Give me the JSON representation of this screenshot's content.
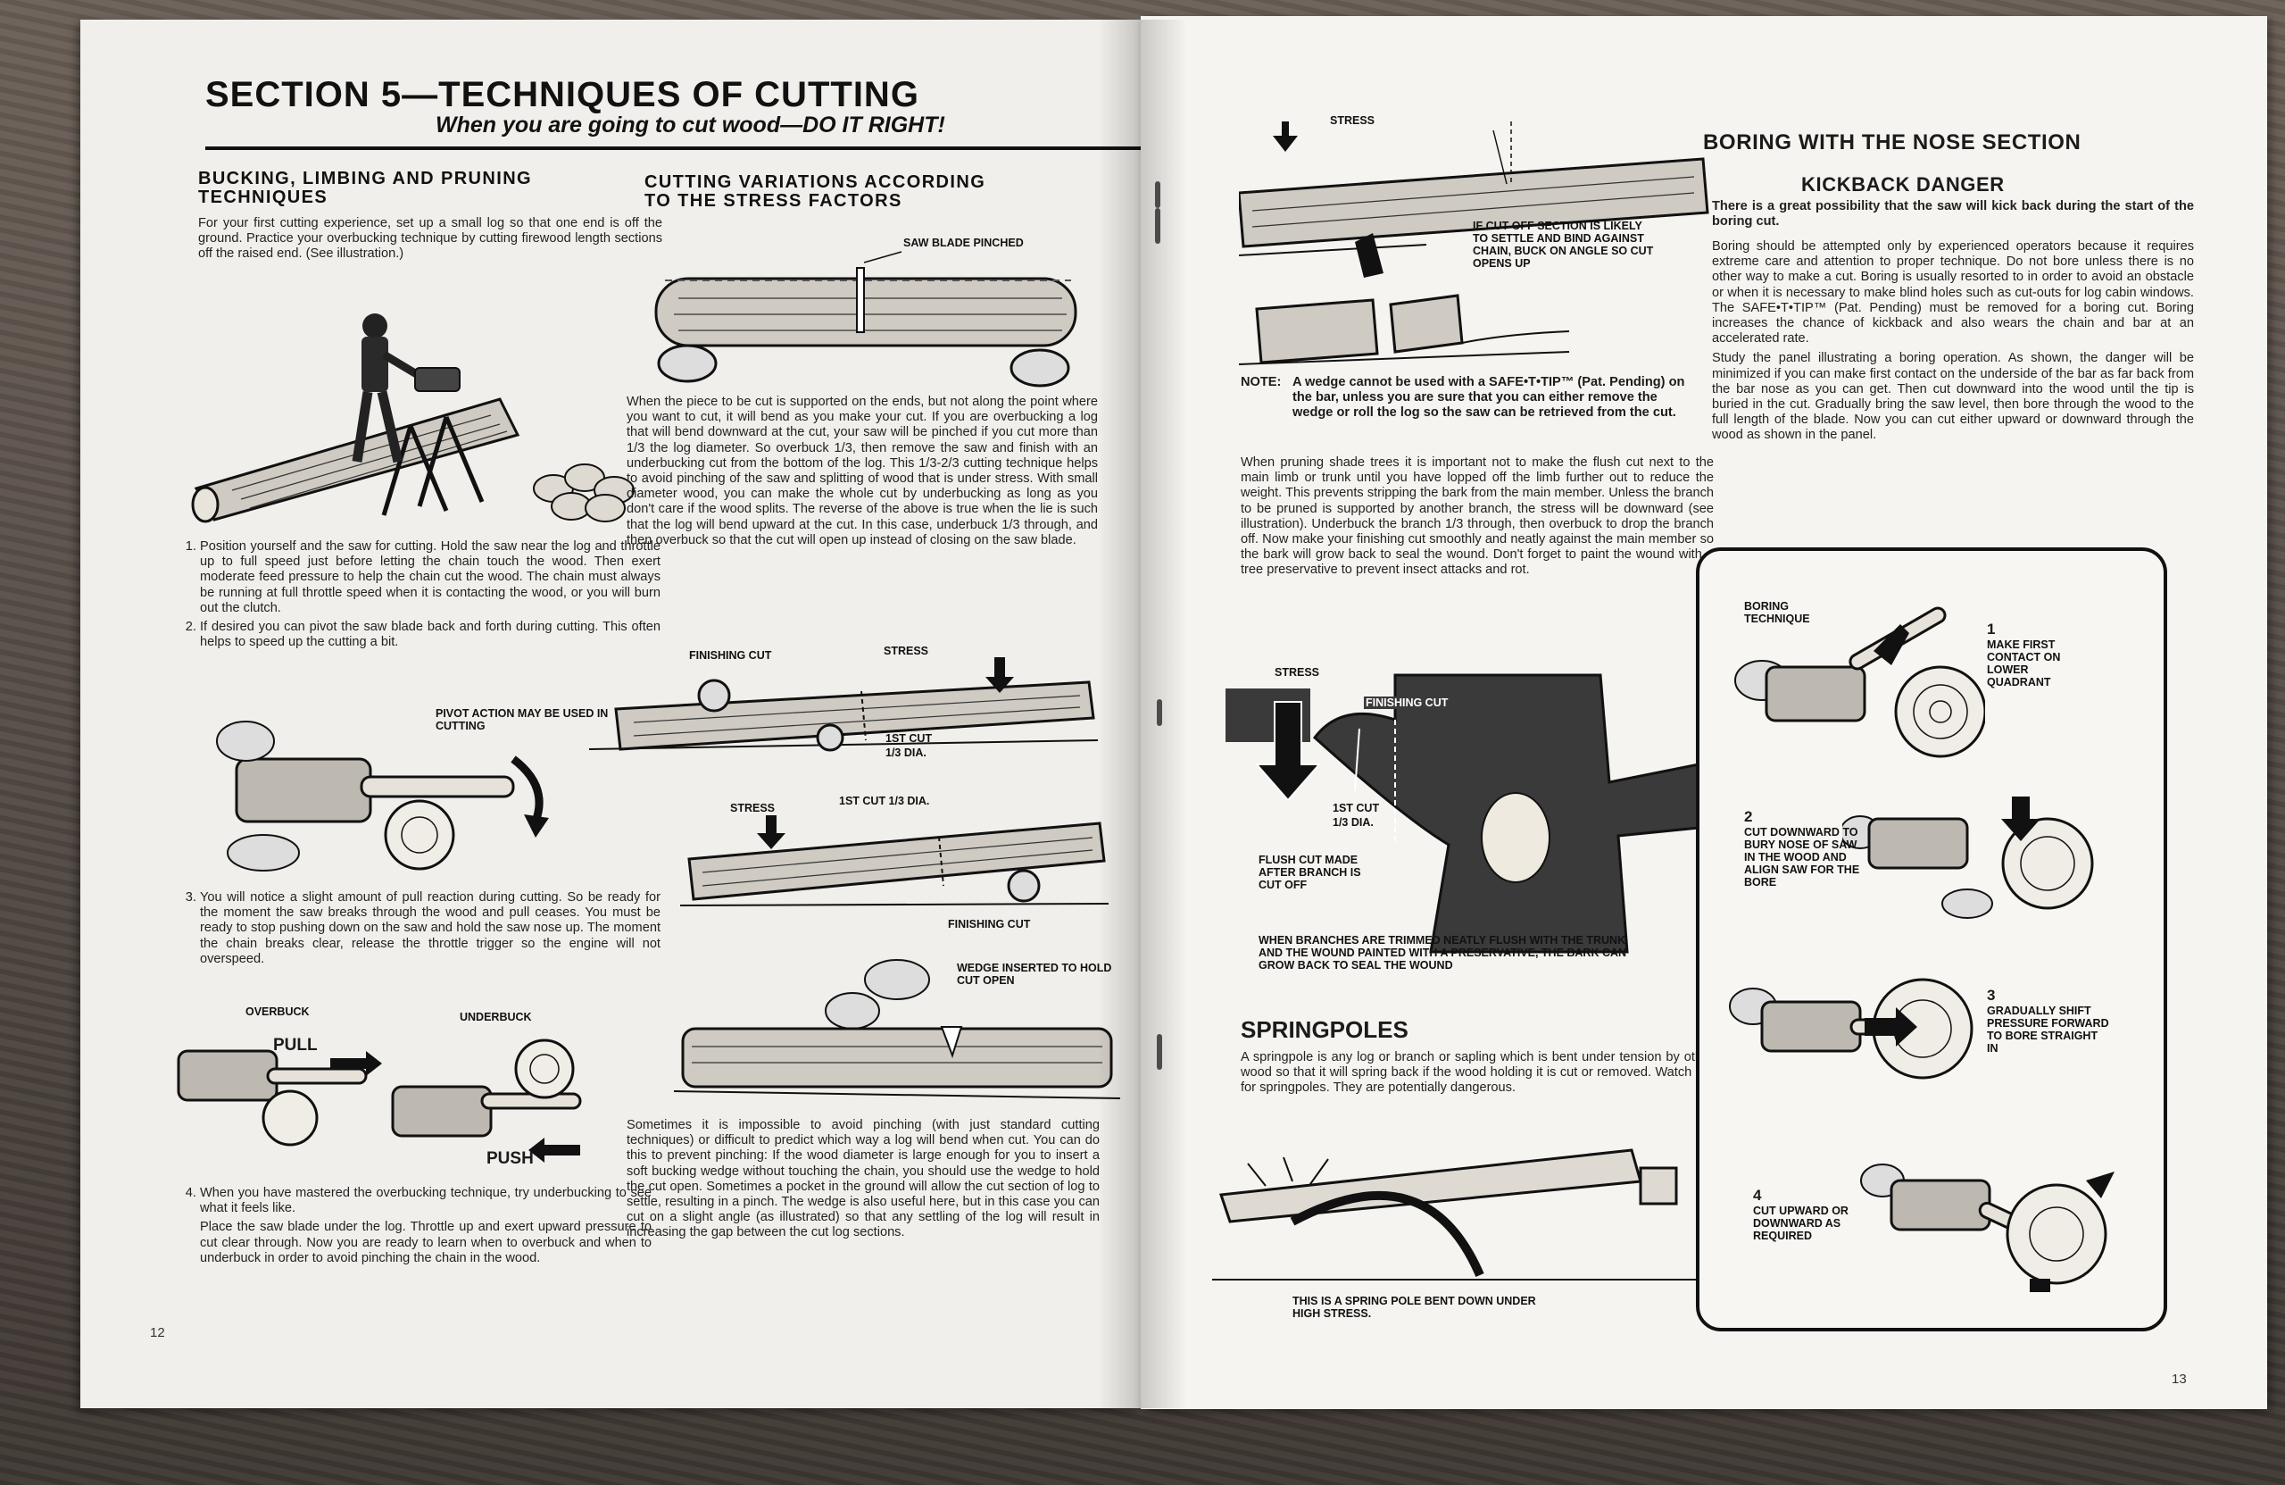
{
  "left_page": {
    "section_title": "SECTION 5—TECHNIQUES OF CUTTING",
    "section_subtitle": "When you are going to cut wood—DO IT RIGHT!",
    "bucking": {
      "heading_line1": "BUCKING, LIMBING AND PRUNING",
      "heading_line2": "TECHNIQUES",
      "intro": "For your first cutting experience, set up a small log so that one end is off the ground. Practice your overbucking technique by cutting firewood length sections off the raised end. (See illustration.)",
      "step1": "Position yourself and the saw for cutting. Hold the saw near the log and throttle up to full speed just before letting the chain touch the wood. Then exert moderate feed pressure to help the chain cut the wood. The chain must always be running at full throttle speed when it is contacting the wood, or you will burn out the clutch.",
      "step2": "If desired you can pivot the saw blade back and forth during cutting. This often helps to speed up the cutting a bit.",
      "pivot_caption": "PIVOT ACTION MAY BE USED IN CUTTING",
      "step3": "You will notice a slight amount of pull reaction during cutting. So be ready for the moment the saw breaks through the wood and pull ceases. You must be ready to stop pushing down on the saw and hold the saw nose up. The moment the chain breaks clear, release the throttle trigger so the engine will not overspeed.",
      "overbuck_label": "OVERBUCK",
      "underbuck_label": "UNDERBUCK",
      "pull_label": "PULL",
      "push_label": "PUSH",
      "step4a": "When you have mastered the overbucking technique, try underbucking to see what it feels like.",
      "step4b": "Place the saw blade under the log. Throttle up and exert upward pressure to cut clear through. Now you are ready to learn when to overbuck and when to underbuck in order to avoid pinching the chain in the wood."
    },
    "stress": {
      "heading_line1": "CUTTING VARIATIONS ACCORDING",
      "heading_line2": "TO THE STRESS FACTORS",
      "pinched_label": "SAW BLADE PINCHED",
      "para1": "When the piece to be cut is supported on the ends, but not along the point where you want to cut, it will bend as you make your cut. If you are overbucking a log that will bend downward at the cut, your saw will be pinched if you cut more than 1/3 the log diameter. So overbuck 1/3, then remove the saw and finish with an underbucking cut from the bottom of the log. This 1/3-2/3 cutting technique helps to avoid pinching of the saw and splitting of wood that is under stress. With small diameter wood, you can make the whole cut by underbucking as long as you don't care if the wood splits. The reverse of the above is true when the lie is such that the log will bend upward at the cut. In this case, underbuck 1/3 through, and then overbuck so that the cut will open up instead of closing on the saw blade.",
      "finishing_cut": "FINISHING CUT",
      "stress": "STRESS",
      "first_cut": "1st CUT",
      "third_dia": "1/3 dia.",
      "first_cut_full": "1st CUT 1/3 dia.",
      "wedge_label": "WEDGE INSERTED TO HOLD CUT OPEN",
      "para2": "Sometimes it is impossible to avoid pinching (with just standard cutting techniques) or difficult to predict which way a log will bend when cut. You can do this to prevent pinching: If the wood diameter is large enough for you to insert a soft bucking wedge without touching the chain, you should use the wedge to hold the cut open. Sometimes a pocket in the ground will allow the cut section of log to settle, resulting in a pinch. The wedge is also useful here, but in this case you can cut on a slight angle (as illustrated) so that any settling of the log will result in increasing the gap between the cut log sections."
    },
    "page_number": "12"
  },
  "right_page": {
    "stress_label": "STRESS",
    "cutoff_caption": "IF CUT-OFF SECTION IS LIKELY TO SETTLE AND BIND AGAINST CHAIN, BUCK ON ANGLE SO CUT OPENS UP",
    "note_label": "NOTE:",
    "note_text": "A wedge cannot be used with a SAFE•T•TIP™ (Pat. Pending) on the bar, unless you are sure that you can either remove the wedge or roll the log so the saw can be retrieved from the cut.",
    "pruning_para": "When pruning shade trees it is important not to make the flush cut next to the main limb or trunk until you have lopped off the limb further out to reduce the weight. This prevents stripping the bark from the main member. Unless the branch to be pruned is supported by another branch, the stress will be downward (see illustration). Underbuck the branch 1/3 through, then overbuck to drop the branch off. Now make your finishing cut smoothly and neatly against the main member so the bark will grow back to seal the wound. Don't forget to paint the wound with a tree preservative to prevent insect attacks and rot.",
    "tree_stress": "STRESS",
    "tree_finishing": "FINISHING CUT",
    "tree_first_cut": "1st CUT",
    "tree_third": "1/3 dia.",
    "flush_cut": "FLUSH CUT MADE AFTER BRANCH IS CUT OFF",
    "tree_caption": "WHEN BRANCHES ARE TRIMMED NEATLY FLUSH WITH THE TRUNK AND THE WOUND PAINTED WITH A PRESERVATIVE, THE BARK CAN GROW BACK TO SEAL THE WOUND",
    "springpoles_heading": "SPRINGPOLES",
    "springpoles_text": "A springpole is any log or branch or sapling which is bent under tension by other wood so that it will spring back if the wood holding it is cut or removed. Watch out for springpoles. They are potentially dangerous.",
    "spring_caption": "THIS IS A SPRING POLE BENT DOWN UNDER HIGH STRESS.",
    "boring_heading": "BORING WITH THE NOSE SECTION",
    "kickback_heading": "KICKBACK DANGER",
    "kickback_warning": "There is a great possibility that the saw will kick back during the start of the boring cut.",
    "boring_para1": "Boring should be attempted only by experienced operators because it requires extreme care and attention to proper technique. Do not bore unless there is no other way to make a cut. Boring is usually resorted to in order to avoid an obstacle or when it is necessary to make blind holes such as cut-outs for log cabin windows. The SAFE•T•TIP™ (Pat. Pending) must be removed for a boring cut. Boring increases the chance of kickback and also wears the chain and bar at an accelerated rate.",
    "boring_para2": "Study the panel illustrating a boring operation. As shown, the danger will be minimized if you can make first contact on the underside of the bar as far back from the bar nose as you can get. Then cut downward into the wood until the tip is buried in the cut. Gradually bring the saw level, then bore through the wood to the full length of the blade. Now you can cut either upward or downward through the wood as shown in the panel.",
    "panel_title": "BORING TECHNIQUE",
    "steps": [
      {
        "num": "1",
        "text": "MAKE FIRST CONTACT ON LOWER QUADRANT"
      },
      {
        "num": "2",
        "text": "CUT DOWNWARD TO BURY NOSE OF SAW IN THE WOOD AND ALIGN SAW FOR THE BORE"
      },
      {
        "num": "3",
        "text": "GRADUALLY SHIFT PRESSURE FORWARD TO BORE STRAIGHT IN"
      },
      {
        "num": "4",
        "text": "CUT UPWARD OR DOWNWARD AS REQUIRED"
      }
    ],
    "page_number": "13"
  }
}
